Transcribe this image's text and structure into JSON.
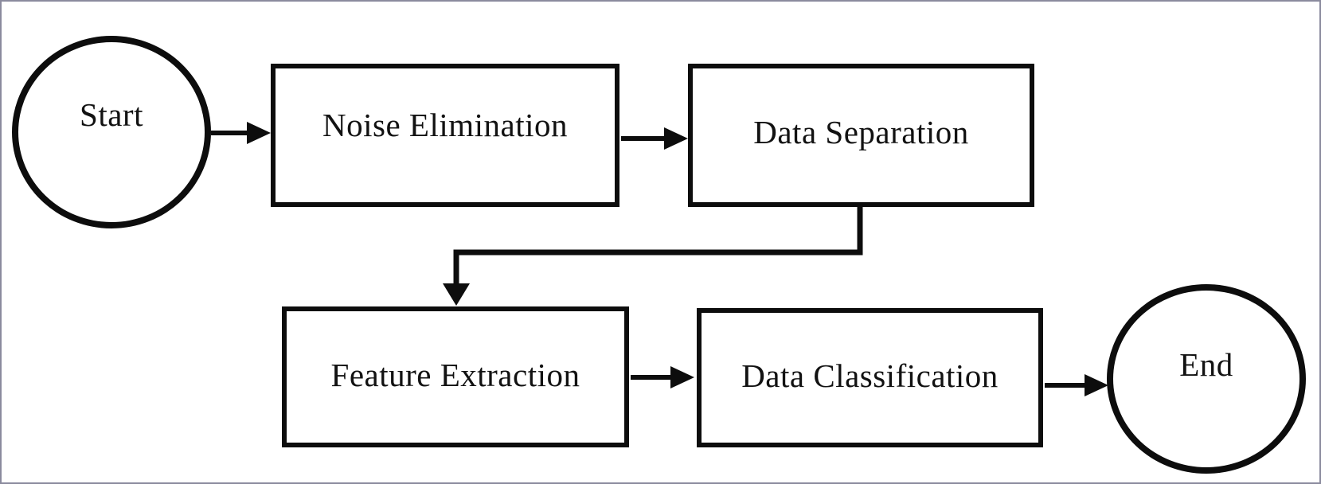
{
  "diagram": {
    "type": "flowchart",
    "nodes": [
      {
        "id": "start",
        "shape": "terminator",
        "label": "Start"
      },
      {
        "id": "noise-elimination",
        "shape": "process",
        "label": "Noise Elimination"
      },
      {
        "id": "data-separation",
        "shape": "process",
        "label": "Data Separation"
      },
      {
        "id": "feature-extraction",
        "shape": "process",
        "label": "Feature Extraction"
      },
      {
        "id": "data-classification",
        "shape": "process",
        "label": "Data Classification"
      },
      {
        "id": "end",
        "shape": "terminator",
        "label": "End"
      }
    ],
    "edges": [
      {
        "from": "start",
        "to": "noise-elimination",
        "style": "straight-arrow"
      },
      {
        "from": "noise-elimination",
        "to": "data-separation",
        "style": "straight-arrow"
      },
      {
        "from": "data-separation",
        "to": "feature-extraction",
        "style": "elbow-arrow"
      },
      {
        "from": "feature-extraction",
        "to": "data-classification",
        "style": "straight-arrow"
      },
      {
        "from": "data-classification",
        "to": "end",
        "style": "straight-arrow"
      }
    ],
    "colors": {
      "shape_stroke": "#0d0d0d",
      "shape_fill": "#ffffff",
      "text": "#121212",
      "frame_border": "#8b8b9e",
      "background": "#ffffff"
    }
  }
}
